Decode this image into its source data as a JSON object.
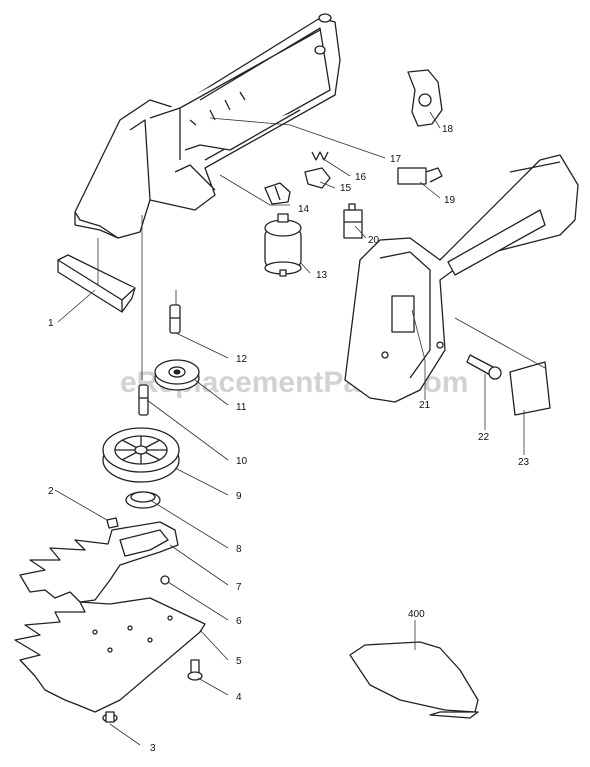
{
  "watermark": "eReplacementParts.com",
  "callouts": [
    {
      "id": "1",
      "label": "1"
    },
    {
      "id": "2",
      "label": "2"
    },
    {
      "id": "3",
      "label": "3"
    },
    {
      "id": "4",
      "label": "4"
    },
    {
      "id": "5",
      "label": "5"
    },
    {
      "id": "6",
      "label": "6"
    },
    {
      "id": "7",
      "label": "7"
    },
    {
      "id": "8",
      "label": "8"
    },
    {
      "id": "9",
      "label": "9"
    },
    {
      "id": "10",
      "label": "10"
    },
    {
      "id": "11",
      "label": "11"
    },
    {
      "id": "12",
      "label": "12"
    },
    {
      "id": "13",
      "label": "13"
    },
    {
      "id": "14",
      "label": "14"
    },
    {
      "id": "15",
      "label": "15"
    },
    {
      "id": "16",
      "label": "16"
    },
    {
      "id": "17",
      "label": "17"
    },
    {
      "id": "18",
      "label": "18"
    },
    {
      "id": "19",
      "label": "19"
    },
    {
      "id": "20",
      "label": "20"
    },
    {
      "id": "21",
      "label": "21"
    },
    {
      "id": "22",
      "label": "22"
    },
    {
      "id": "23",
      "label": "23"
    },
    {
      "id": "400",
      "label": "400"
    }
  ]
}
